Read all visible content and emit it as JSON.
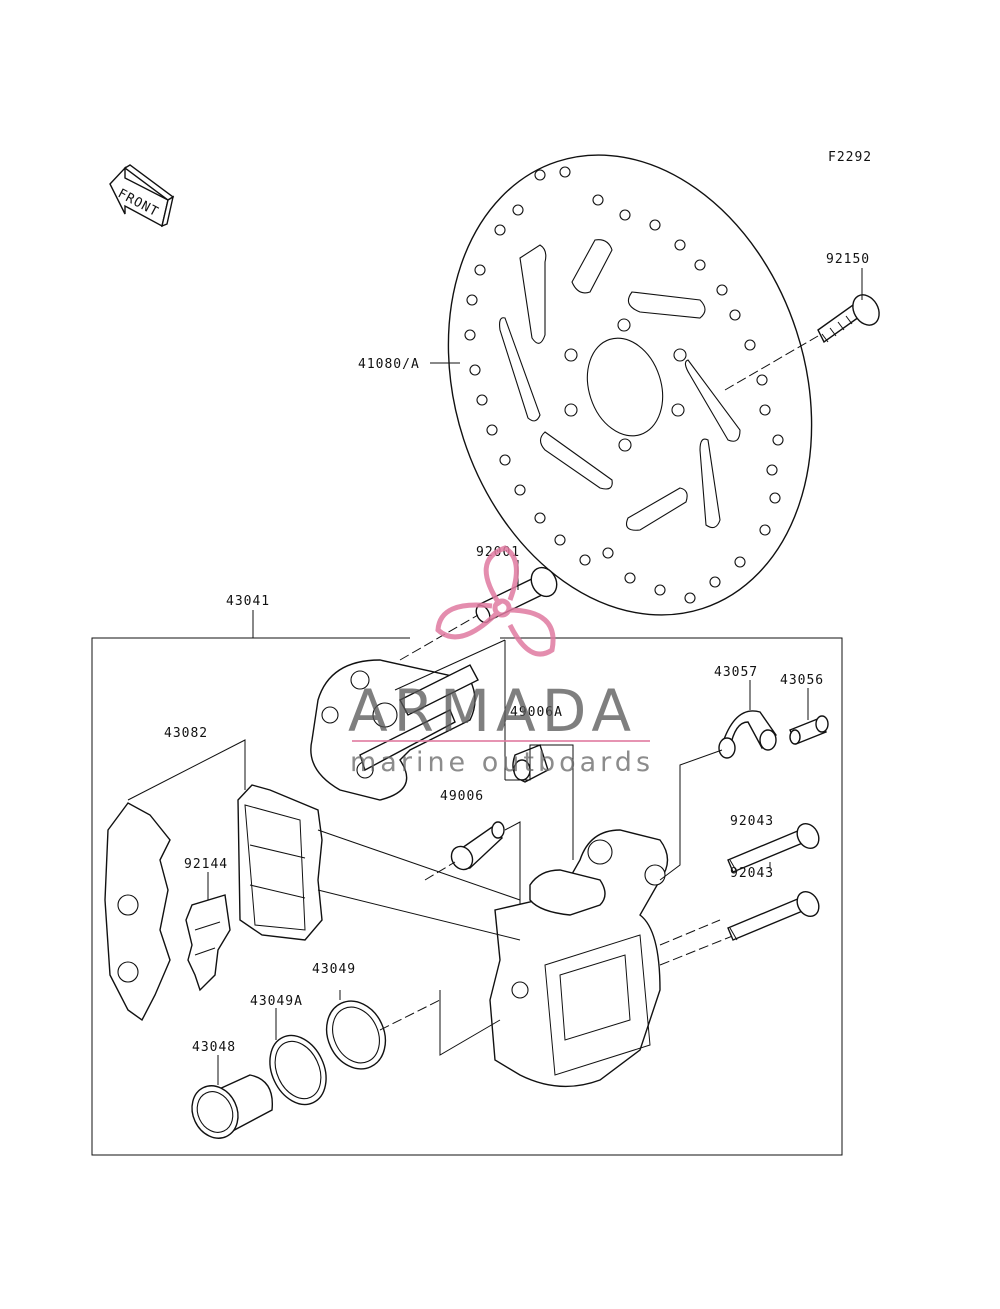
{
  "diagram": {
    "figure_code": "F2292",
    "front_indicator": "FRONT",
    "labels": {
      "p92150": "92150",
      "p41080A": "41080/A",
      "p92001": "92001",
      "p43041": "43041",
      "p43057": "43057",
      "p43056": "43056",
      "p49006A": "49006A",
      "p43082": "43082",
      "p49006": "49006",
      "p92043a": "92043",
      "p92043b": "92043",
      "p92144": "92144",
      "p43049": "43049",
      "p43049A": "43049A",
      "p43048": "43048"
    }
  },
  "watermark": {
    "title": "ARMADA",
    "subtitle": "marine outboards",
    "accent_color": "#e07aa0"
  }
}
